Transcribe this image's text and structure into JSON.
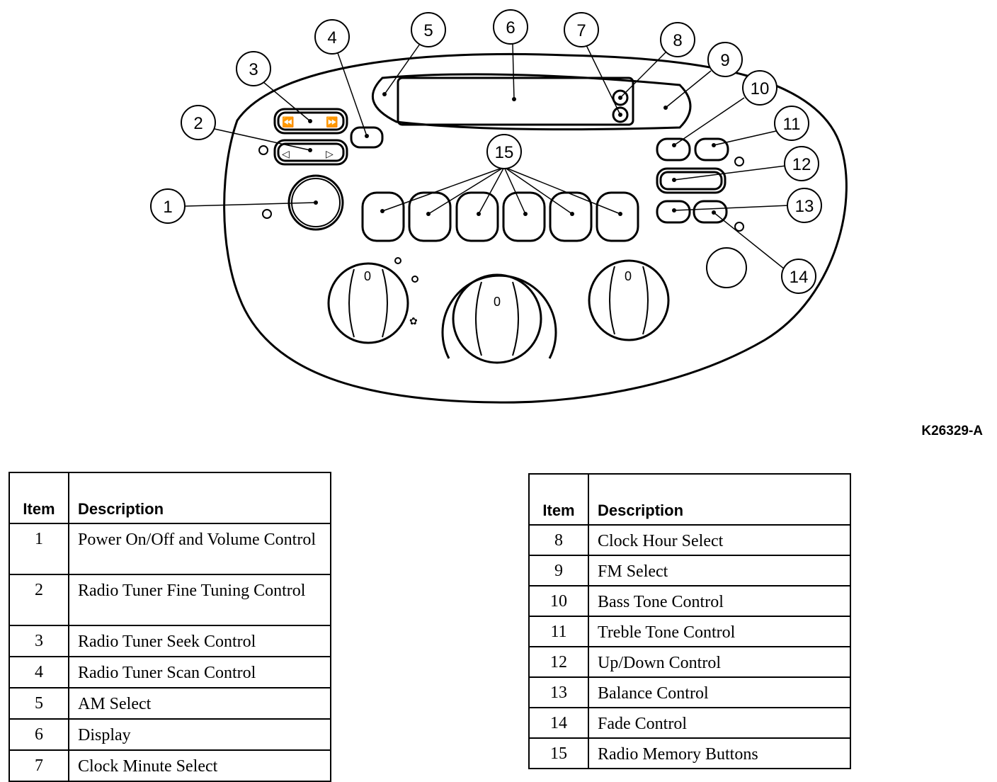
{
  "figure_id": "K26329-A",
  "callouts": [
    "1",
    "2",
    "3",
    "4",
    "5",
    "6",
    "7",
    "8",
    "9",
    "10",
    "11",
    "12",
    "13",
    "14",
    "15"
  ],
  "dial_mark": "0",
  "table_header": {
    "item": "Item",
    "description": "Description"
  },
  "items_left": [
    {
      "item": "1",
      "description": "Power On/Off and Volume Control"
    },
    {
      "item": "2",
      "description": "Radio Tuner Fine Tuning Control"
    },
    {
      "item": "3",
      "description": "Radio Tuner Seek Control"
    },
    {
      "item": "4",
      "description": "Radio Tuner Scan Control"
    },
    {
      "item": "5",
      "description": "AM Select"
    },
    {
      "item": "6",
      "description": "Display"
    },
    {
      "item": "7",
      "description": "Clock Minute Select"
    }
  ],
  "items_right": [
    {
      "item": "8",
      "description": "Clock Hour Select"
    },
    {
      "item": "9",
      "description": "FM Select"
    },
    {
      "item": "10",
      "description": "Bass Tone Control"
    },
    {
      "item": "11",
      "description": "Treble Tone Control"
    },
    {
      "item": "12",
      "description": "Up/Down Control"
    },
    {
      "item": "13",
      "description": "Balance Control"
    },
    {
      "item": "14",
      "description": "Fade Control"
    },
    {
      "item": "15",
      "description": "Radio Memory Buttons"
    }
  ]
}
